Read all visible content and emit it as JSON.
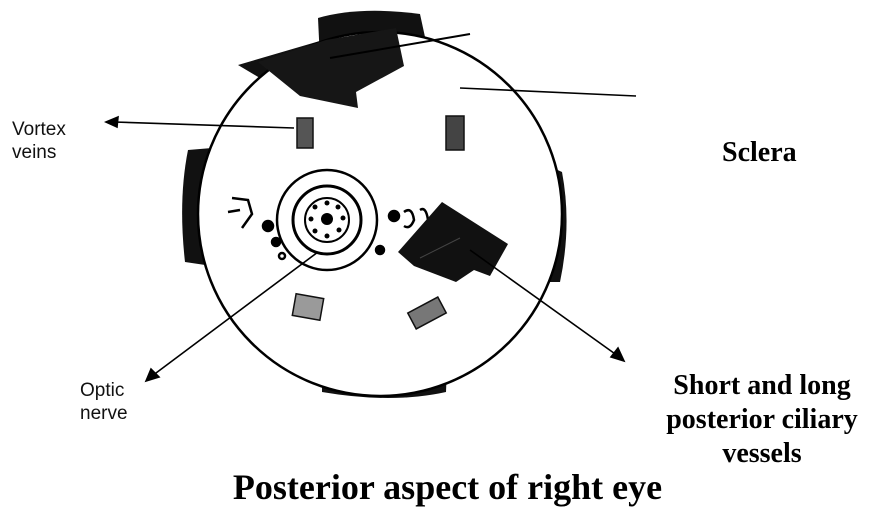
{
  "labels": {
    "vortex_veins": [
      "Vortex",
      "veins"
    ],
    "optic_nerve": [
      "Optic",
      "nerve"
    ],
    "sclera": "Sclera",
    "ciliary_vessels": [
      "Short and long",
      "posterior ciliary",
      "vessels"
    ]
  },
  "caption": "Posterior aspect of right eye",
  "colors": {
    "ink": "#000000",
    "paper": "#ffffff",
    "muscle_fill": "#111111",
    "vein_fill": "#555555"
  }
}
